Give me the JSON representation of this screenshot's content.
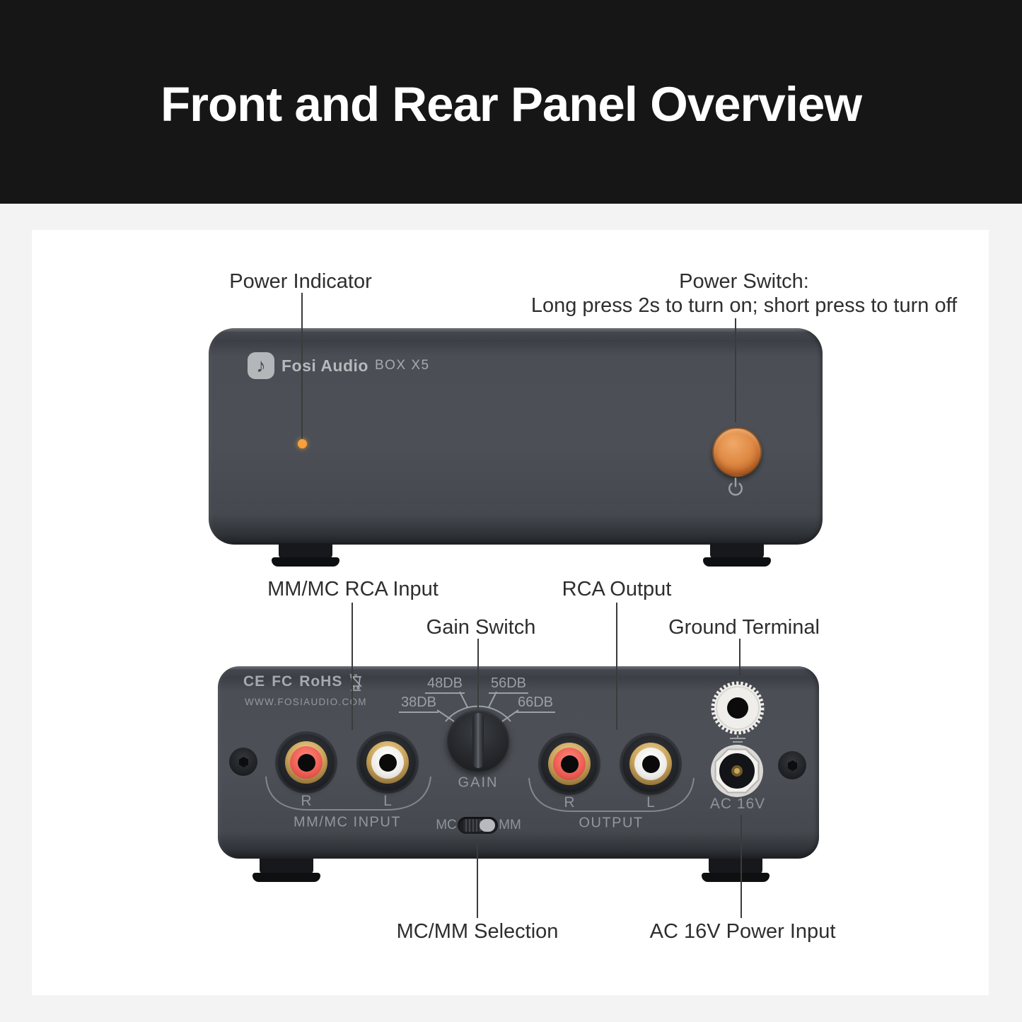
{
  "page": {
    "title": "Front and Rear Panel Overview"
  },
  "device": {
    "brand": "Fosi Audio",
    "model": "BOX X5",
    "logo_glyph": "♪"
  },
  "front": {
    "callout_power_indicator": "Power Indicator",
    "callout_power_switch_title": "Power Switch:",
    "callout_power_switch_desc": "Long press 2s to turn on; short press to turn off"
  },
  "rear": {
    "certifications": [
      "CE",
      "FC",
      "RoHS"
    ],
    "website": "WWW.FOSIAUDIO.COM",
    "gain_labels": [
      "38DB",
      "48DB",
      "56DB",
      "66DB"
    ],
    "gain_caption": "GAIN",
    "switch_left": "MC",
    "switch_right": "MM",
    "input": {
      "right": "R",
      "left": "L",
      "caption": "MM/MC INPUT"
    },
    "output": {
      "right": "R",
      "left": "L",
      "caption": "OUTPUT"
    },
    "power_caption": "AC 16V",
    "callout_input": "MM/MC RCA Input",
    "callout_gain": "Gain Switch",
    "callout_output": "RCA Output",
    "callout_ground": "Ground Terminal",
    "callout_switch": "MC/MM Selection",
    "callout_power": "AC 16V Power Input"
  },
  "colors": {
    "header_bg": "#161616",
    "page_bg": "#f3f3f4",
    "card_bg": "#ffffff",
    "panel_face": "#4b4f55",
    "accent_orange": "#e08b45",
    "led_orange": "#f7a03c",
    "rca_red": "#ef5f55",
    "rca_white": "#efede9",
    "gold": "#c9a35a",
    "panel_print": "#9b9fa4",
    "callout_text": "#2e2e2e"
  }
}
